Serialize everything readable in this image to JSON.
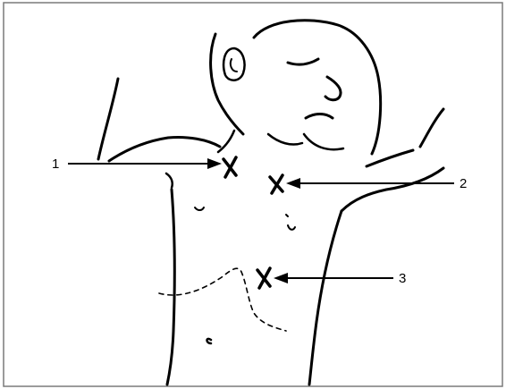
{
  "colors": {
    "background": "#ffffff",
    "ink": "#000000",
    "frame": "#7a7a7a"
  },
  "callouts": [
    {
      "label": "1",
      "marker": "x-mark"
    },
    {
      "label": "2",
      "marker": "x-mark"
    },
    {
      "label": "3",
      "marker": "x-mark"
    }
  ]
}
